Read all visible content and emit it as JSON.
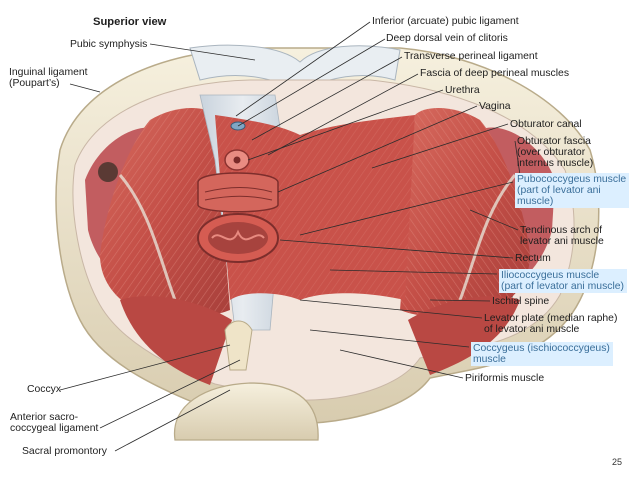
{
  "figure": {
    "view_title": "Superior view",
    "page_number": "25",
    "colors": {
      "muscle": "#c9524a",
      "muscle_dark": "#a73a34",
      "fascia": "#dfe4ea",
      "bone": "#f1ead7",
      "highlight_bg": "#dcefff",
      "highlight_text": "#3b6f9a"
    },
    "labels_left": {
      "pubic_symphysis": "Pubic symphysis",
      "inguinal_ligament": [
        "Inguinal ligament",
        "(Poupart’s)"
      ],
      "coccyx": "Coccyx",
      "anterior_sacrococcygeal": [
        "Anterior sacro-",
        "coccygeal ligament"
      ],
      "sacral_promontory": "Sacral promontory"
    },
    "labels_right": {
      "inferior_pubic_ligament": "Inferior (arcuate) pubic ligament",
      "deep_dorsal_vein": "Deep dorsal vein of clitoris",
      "transverse_perineal": "Transverse perineal ligament",
      "fascia_deep_perineal": "Fascia of deep perineal muscles",
      "urethra": "Urethra",
      "vagina": "Vagina",
      "obturator_canal": "Obturator canal",
      "obturator_fascia": [
        "Obturator fascia",
        "(over obturator",
        "internus muscle)"
      ],
      "pubococcygeus": [
        "Pubococcygeus muscle",
        "(part of levator ani",
        "muscle)"
      ],
      "tendinous_arch": [
        "Tendinous arch of",
        "levator ani muscle"
      ],
      "rectum": "Rectum",
      "iliococcygeus": [
        "Iliococcygeus muscle",
        "(part of levator ani muscle)"
      ],
      "ischial_spine": "Ischial spine",
      "levator_plate": [
        "Levator plate (median raphe)",
        "of levator ani muscle"
      ],
      "coccygeus": [
        "Coccygeus (ischiococcygeus)",
        "muscle"
      ],
      "piriformis": "Piriformis muscle"
    }
  }
}
